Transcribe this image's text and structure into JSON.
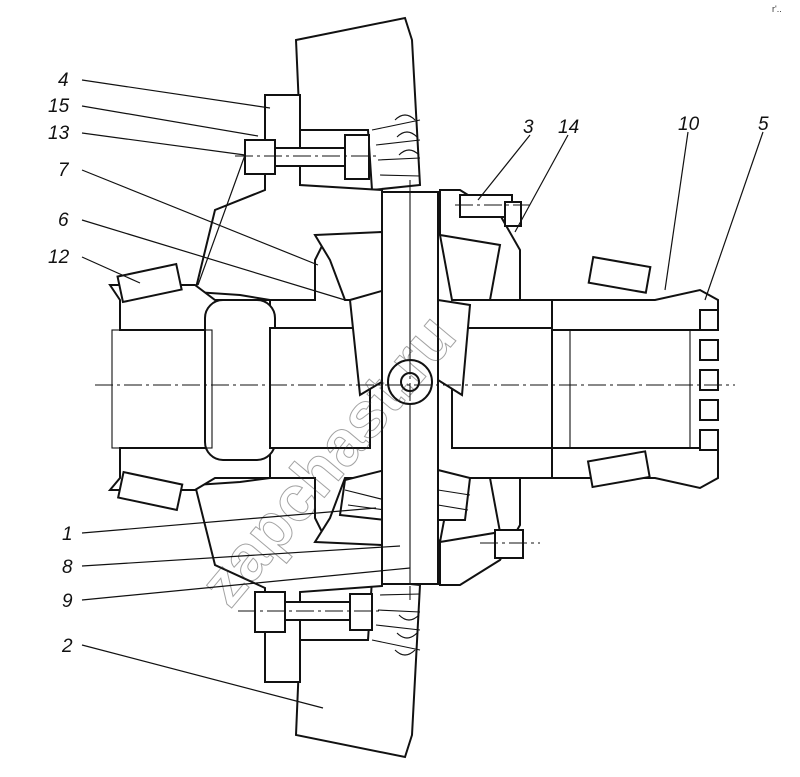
{
  "callouts": [
    {
      "id": "4",
      "label": "4"
    },
    {
      "id": "15",
      "label": "15"
    },
    {
      "id": "13",
      "label": "13"
    },
    {
      "id": "7",
      "label": "7"
    },
    {
      "id": "6",
      "label": "6"
    },
    {
      "id": "12",
      "label": "12"
    },
    {
      "id": "3",
      "label": "3"
    },
    {
      "id": "14",
      "label": "14"
    },
    {
      "id": "10",
      "label": "10"
    },
    {
      "id": "5",
      "label": "5"
    },
    {
      "id": "1",
      "label": "1"
    },
    {
      "id": "8",
      "label": "8"
    },
    {
      "id": "9",
      "label": "9"
    },
    {
      "id": "2",
      "label": "2"
    }
  ],
  "watermark": "zapchast.ru",
  "corner_mark": "r'.."
}
